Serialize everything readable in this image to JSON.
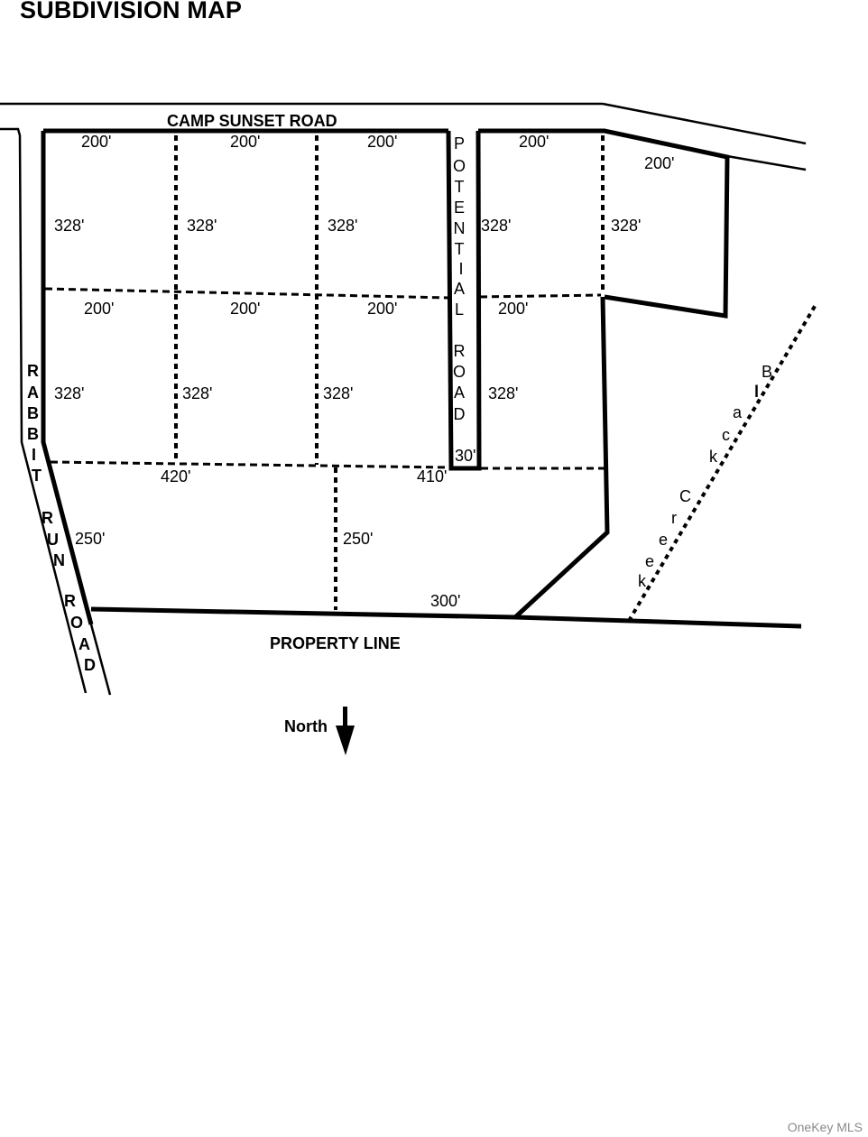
{
  "title": "SUBDIVISION MAP",
  "roads": {
    "camp_sunset": "CAMP SUNSET ROAD",
    "potential_road": [
      "P",
      "O",
      "T",
      "E",
      "N",
      "T",
      "I",
      "A",
      "L",
      "R",
      "O",
      "A",
      "D"
    ],
    "rabbit_run": [
      "R",
      "A",
      "B",
      "B",
      "I",
      "T",
      "R",
      "U",
      "N",
      "R",
      "O",
      "A",
      "D"
    ],
    "property_line": "PROPERTY LINE"
  },
  "creek": [
    "B",
    "l",
    "a",
    "c",
    "k",
    "C",
    "r",
    "e",
    "e",
    "k"
  ],
  "dimensions": {
    "row1_width": [
      "200'",
      "200'",
      "200'",
      "200'",
      "200'"
    ],
    "row1_depth": [
      "328'",
      "328'",
      "328'",
      "328'",
      "328'"
    ],
    "row2_width": [
      "200'",
      "200'",
      "200'",
      "200'"
    ],
    "row2_depth": [
      "328'",
      "328'",
      "328'",
      "328'"
    ],
    "road_width": "30'",
    "south_left": "420'",
    "south_right": "410'",
    "lower_left_depth": "250'",
    "lower_mid_depth": "250'",
    "bottom": "300'"
  },
  "north_label": "North",
  "watermark": "OneKey MLS"
}
